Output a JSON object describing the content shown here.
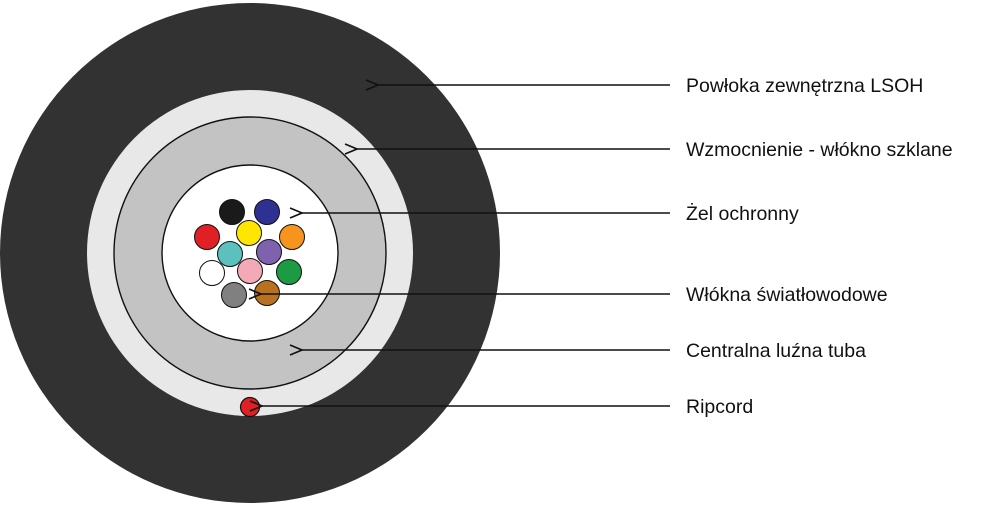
{
  "labels": {
    "outer_jacket": "Powłoka zewnętrzna LSOH",
    "strength_member": "Wzmocnienie - włókno szklane",
    "gel": "Żel ochronny",
    "fibers": "Włókna światłowodowe",
    "loose_tube": "Centralna luźna tuba",
    "ripcord": "Ripcord"
  },
  "colors": {
    "outer_jacket": "#323232",
    "strength_member": "#e8e8e8",
    "loose_tube": "#c3c3c3",
    "gel": "#ffffff",
    "ripcord": "#e02025",
    "outline": "#111111"
  },
  "fibers": [
    {
      "name": "black",
      "color": "#1a1a1a"
    },
    {
      "name": "blue",
      "color": "#2e3192"
    },
    {
      "name": "red",
      "color": "#e02025"
    },
    {
      "name": "yellow",
      "color": "#ffe600"
    },
    {
      "name": "orange",
      "color": "#f7941d"
    },
    {
      "name": "aqua",
      "color": "#5bc0be"
    },
    {
      "name": "violet",
      "color": "#7e62ae"
    },
    {
      "name": "white",
      "color": "#ffffff"
    },
    {
      "name": "rose",
      "color": "#f4a9b6"
    },
    {
      "name": "green",
      "color": "#1d9a44"
    },
    {
      "name": "slate",
      "color": "#808080"
    },
    {
      "name": "brown",
      "color": "#b8721f"
    }
  ]
}
